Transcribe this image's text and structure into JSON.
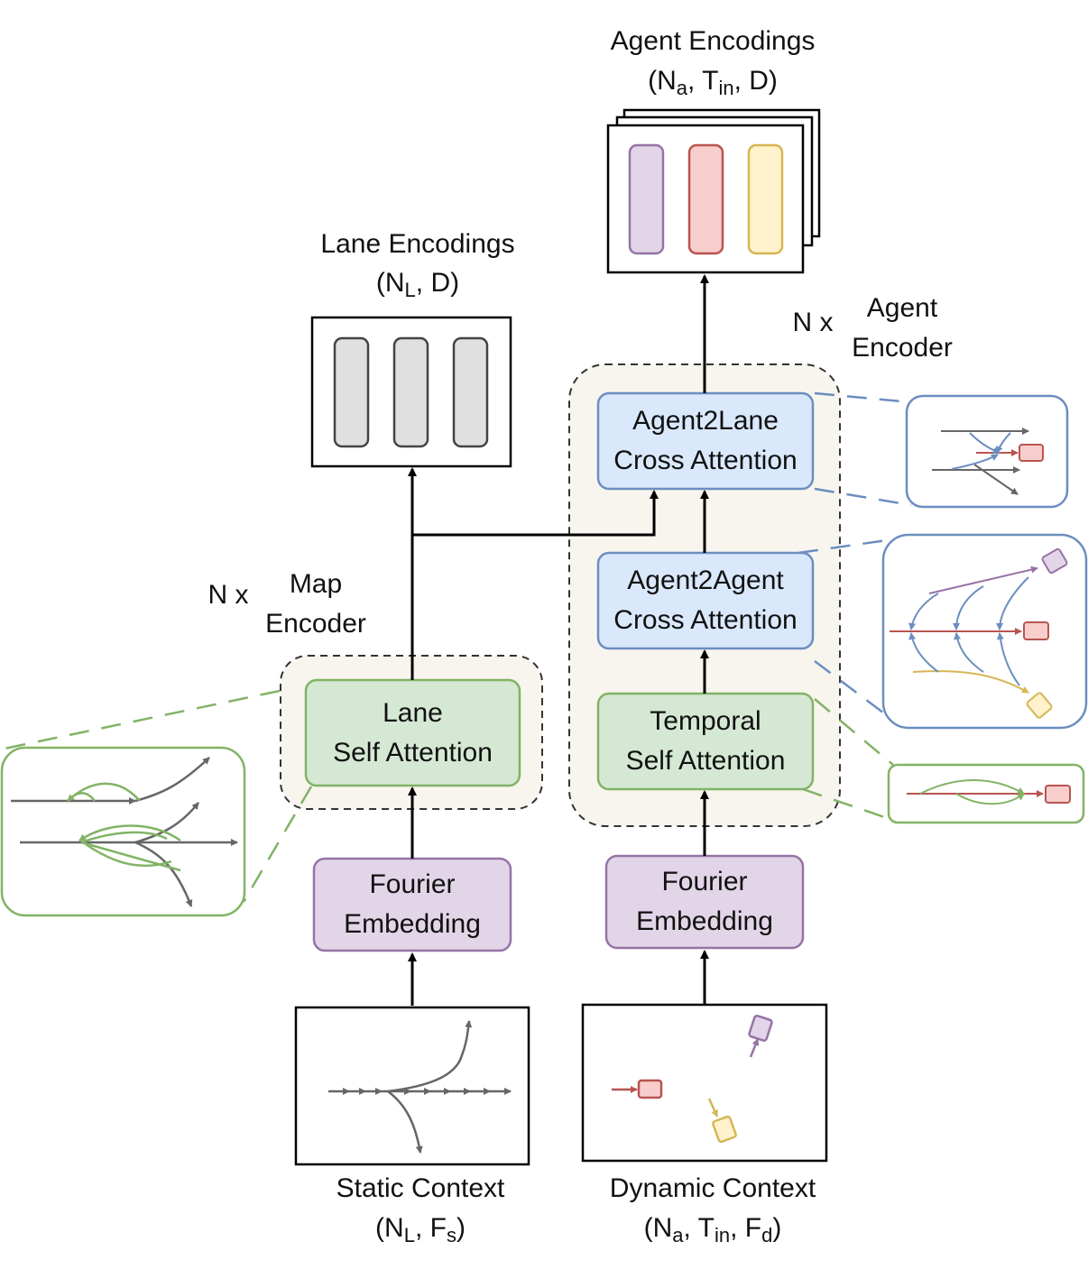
{
  "outputs": {
    "agent": {
      "title": "Agent Encodings",
      "shape": {
        "open": "(",
        "n": "N",
        "n_sub": "a",
        "t": "T",
        "t_sub": "in",
        "rest": ", D)"
      }
    },
    "lane": {
      "title": "Lane Encodings",
      "shape": {
        "open": "(",
        "n": "N",
        "n_sub": "L",
        "rest": ", D)"
      }
    }
  },
  "groups": {
    "agent_encoder": {
      "repeat": "N x",
      "name_line1": "Agent",
      "name_line2": "Encoder"
    },
    "map_encoder": {
      "repeat": "N x",
      "name_line1": "Map",
      "name_line2": "Encoder"
    }
  },
  "blocks": {
    "agent2lane": {
      "line1": "Agent2Lane",
      "line2": "Cross Attention"
    },
    "agent2agent": {
      "line1": "Agent2Agent",
      "line2": "Cross Attention"
    },
    "temporal": {
      "line1": "Temporal",
      "line2": "Self Attention"
    },
    "lane_self": {
      "line1": "Lane",
      "line2": "Self Attention"
    },
    "fourier_static": {
      "line1": "Fourier",
      "line2": "Embedding"
    },
    "fourier_dynamic": {
      "line1": "Fourier",
      "line2": "Embedding"
    }
  },
  "inputs": {
    "static": {
      "title": "Static Context",
      "open": "(",
      "n": "N",
      "n_sub": "L",
      "sep": ", ",
      "f": "F",
      "f_sub": "s",
      "close": ")"
    },
    "dynamic": {
      "title": "Dynamic Context",
      "open": "(",
      "n": "N",
      "n_sub": "a",
      "sep": ", ",
      "t": "T",
      "t_sub": "in",
      "sep2": ", ",
      "f": "F",
      "f_sub": "d",
      "close": ")"
    }
  },
  "colors": {
    "attention_blue_fill": "#dae8fc",
    "attention_blue_stroke": "#6c8ebf",
    "self_attention_fill": "#d5e8d4",
    "self_attention_stroke": "#82b366",
    "fourier_fill": "#e1d5e7",
    "fourier_stroke": "#9673a6",
    "group_fill": "#f7f5ee",
    "lane_token_fill": "#e0e0e0",
    "agent_purple": "#9673a6",
    "agent_red": "#b85450",
    "agent_yellow": "#d6b656",
    "agent_red_fill": "#f8cecc",
    "agent_yellow_fill": "#fff2cc",
    "arrow_gray": "#666666"
  }
}
